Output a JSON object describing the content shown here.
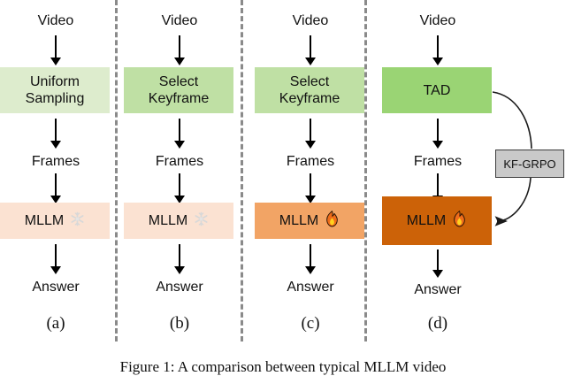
{
  "figure": {
    "caption": "Figure 1: A comparison between typical MLLM video",
    "separator_color": "#8a8a8a",
    "arrow_color": "#000000"
  },
  "columns": [
    {
      "id": "a",
      "sublabel": "(a)",
      "source_label": "Video",
      "process": {
        "label": "Uniform\nSampling",
        "color": "#ddeccd",
        "name": "uniform-sampling-box"
      },
      "middle_label": "Frames",
      "model": {
        "label": "MLLM",
        "color": "#fbe2d2",
        "icon": "snowflake-icon",
        "icon_glyph": "❄",
        "icon_color": "#d6d6d6"
      },
      "output_label": "Answer"
    },
    {
      "id": "b",
      "sublabel": "(b)",
      "source_label": "Video",
      "process": {
        "label": "Select\nKeyframe",
        "color": "#bfe0a4",
        "name": "select-keyframe-box"
      },
      "middle_label": "Frames",
      "model": {
        "label": "MLLM",
        "color": "#fbe2d2",
        "icon": "snowflake-icon",
        "icon_glyph": "❄",
        "icon_color": "#d6d6d6"
      },
      "output_label": "Answer"
    },
    {
      "id": "c",
      "sublabel": "(c)",
      "source_label": "Video",
      "process": {
        "label": "Select\nKeyframe",
        "color": "#bfe0a4",
        "name": "select-keyframe-box"
      },
      "middle_label": "Frames",
      "model": {
        "label": "MLLM",
        "color": "#f2a465",
        "icon": "fire-icon",
        "icon_glyph": "🔥",
        "icon_color": "#f4901e"
      },
      "output_label": "Answer"
    },
    {
      "id": "d",
      "sublabel": "(d)",
      "source_label": "Video",
      "process": {
        "label": "TAD",
        "color": "#9ad474",
        "name": "tad-box"
      },
      "middle_label": "Frames",
      "model": {
        "label": "MLLM",
        "color": "#cc6208",
        "icon": "fire-icon",
        "icon_glyph": "🔥",
        "icon_color": "#f4901e"
      },
      "output_label": "Answer"
    }
  ],
  "kf_grpo": {
    "label": "KF-GRPO",
    "fill": "#c9c9c9",
    "border": "#3d3d3d"
  }
}
